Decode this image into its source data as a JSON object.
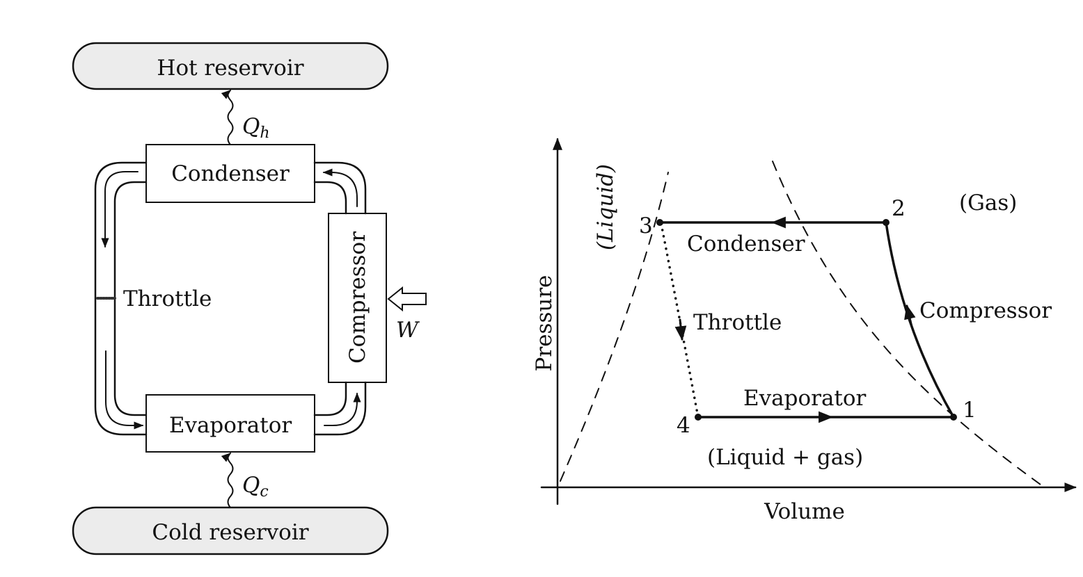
{
  "colors": {
    "ink": "#111111",
    "reservoir_fill": "#ececec",
    "background": "#ffffff"
  },
  "refrigerator": {
    "hot_reservoir": "Hot reservoir",
    "cold_reservoir": "Cold reservoir",
    "heat_out": {
      "symbol": "Q",
      "subscript": "h"
    },
    "heat_in": {
      "symbol": "Q",
      "subscript": "c"
    },
    "work": "W",
    "condenser": "Condenser",
    "compressor": "Compressor",
    "evaporator": "Evaporator",
    "throttle": "Throttle"
  },
  "pv_diagram": {
    "x_axis_label": "Volume",
    "y_axis_label": "Pressure",
    "region_liquid": "(Liquid)",
    "region_gas": "(Gas)",
    "region_mixed": "(Liquid + gas)",
    "points": [
      "1",
      "2",
      "3",
      "4"
    ],
    "process_condenser": "Condenser",
    "process_compressor": "Compressor",
    "process_throttle": "Throttle",
    "process_evaporator": "Evaporator"
  }
}
